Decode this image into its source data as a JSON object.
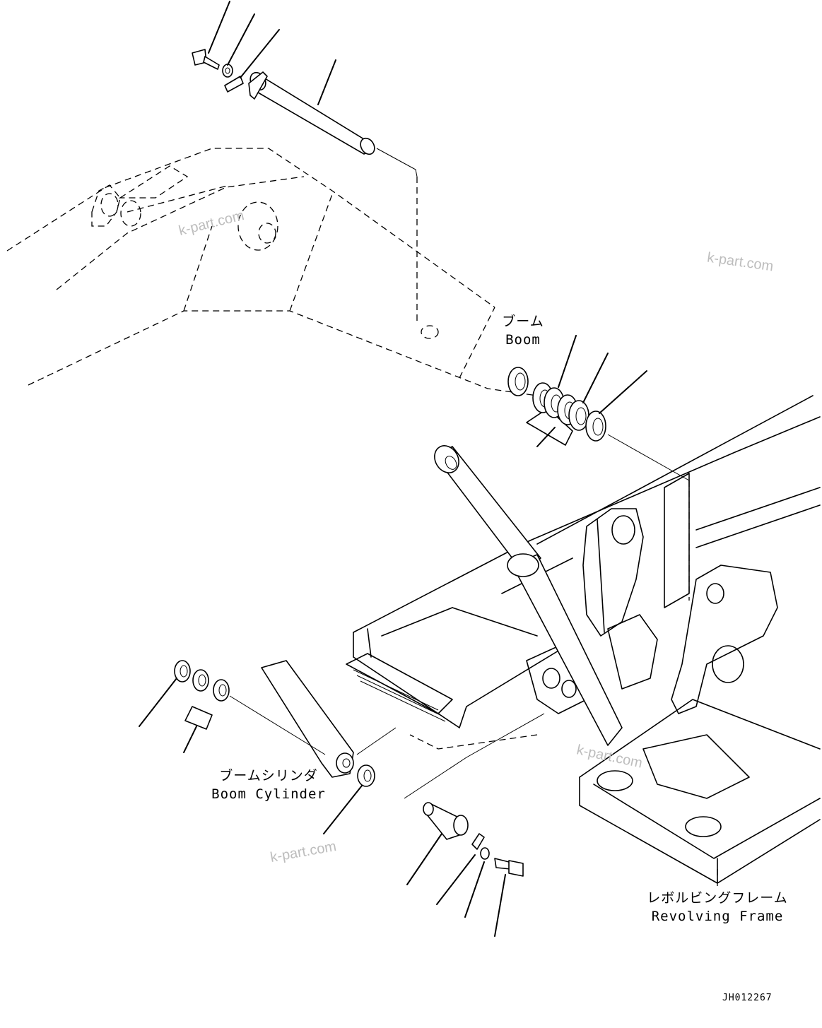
{
  "labels": {
    "boom_jp": "ブーム",
    "boom_en": "Boom",
    "boom_cylinder_jp": "ブームシリンダ",
    "boom_cylinder_en": "Boom Cylinder",
    "revolving_frame_jp": "レボルビングフレーム",
    "revolving_frame_en": "Revolving Frame"
  },
  "watermark": "k-part.com",
  "drawing_code": "JH012267"
}
